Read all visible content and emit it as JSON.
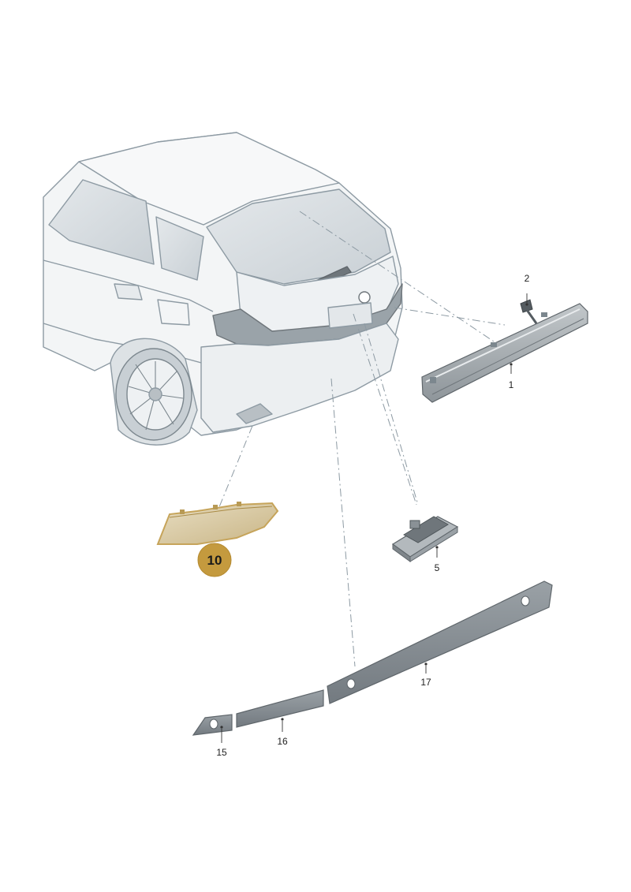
{
  "colors": {
    "car_line": "#8d9aa3",
    "car_fill": "#eef1f3",
    "glass": "#d7dde1",
    "part_fill": "#a7adb1",
    "part_dark": "#6f767b",
    "highlight": "#c6a45a",
    "badge": "#c49a3e"
  },
  "parts": [
    {
      "id": "p1",
      "label": "1"
    },
    {
      "id": "p2",
      "label": "2"
    },
    {
      "id": "p5",
      "label": "5"
    },
    {
      "id": "p10",
      "label": "10",
      "highlighted": true
    },
    {
      "id": "p15",
      "label": "15"
    },
    {
      "id": "p16",
      "label": "16"
    },
    {
      "id": "p17",
      "label": "17"
    }
  ]
}
